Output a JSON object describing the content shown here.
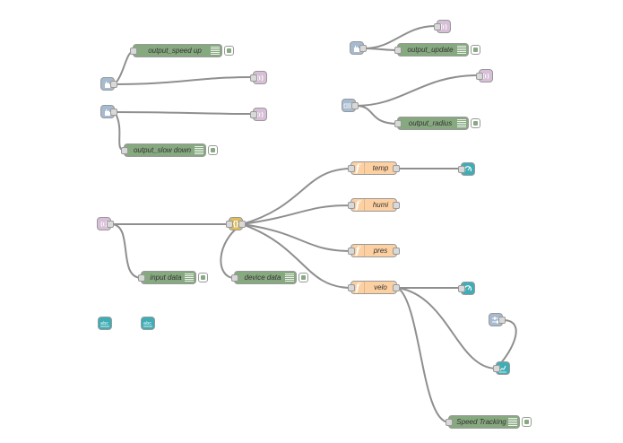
{
  "nodes": {
    "output_speed_up": "output_speed up",
    "output_slow_down": "output_slow down",
    "output_update": "output_update",
    "output_radius": "output_radius",
    "temp": "temp",
    "humi": "humi",
    "pres": "pres",
    "velo": "velo",
    "input_data": "input data",
    "device_data": "device data",
    "speed_tracking": "Speed Tracking",
    "json_glyph": "{}",
    "function_glyph": "f"
  },
  "colors": {
    "debug": "#87a980",
    "function": "#fdd0a2",
    "mqtt": "#d8bfd8",
    "inject": "#a6bbcf",
    "dashboard": "#3fadb5",
    "json": "#debd5c",
    "wire": "#8f8f8f"
  }
}
